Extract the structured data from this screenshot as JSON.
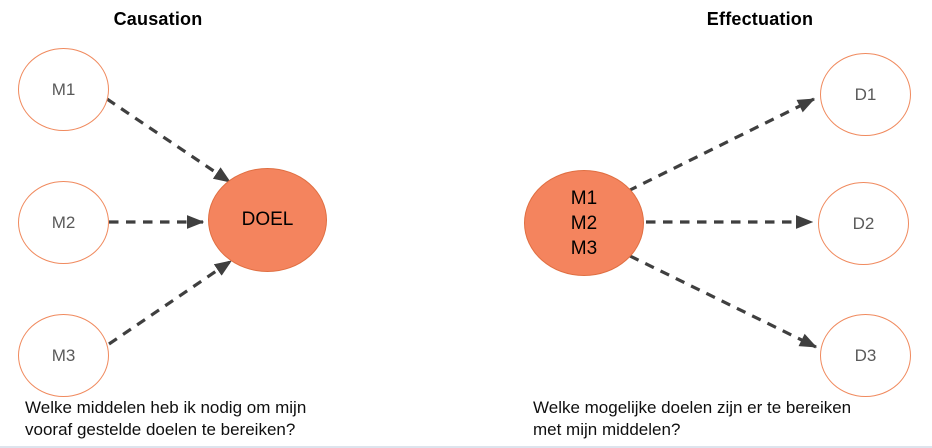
{
  "colors": {
    "accent_orange_fill": "#f4845e",
    "orange_circle_outline": "#f08a5e",
    "arrow_color": "#3f3f3f",
    "node_label_gray": "#5a5a5a",
    "text_black": "#0f0f0f",
    "bottom_edge_line": "#dde4ed"
  },
  "causation": {
    "title": "Causation",
    "means": [
      "M1",
      "M2",
      "M3"
    ],
    "goal": "DOEL",
    "caption_line1": "Welke middelen heb ik nodig om mijn",
    "caption_line2": "vooraf gestelde doelen te bereiken?"
  },
  "effectuation": {
    "title": "Effectuation",
    "means": [
      "M1",
      "M2",
      "M3"
    ],
    "goals": [
      "D1",
      "D2",
      "D3"
    ],
    "caption_line1": "Welke mogelijke doelen zijn er te bereiken",
    "caption_line2": "met mijn middelen?"
  }
}
